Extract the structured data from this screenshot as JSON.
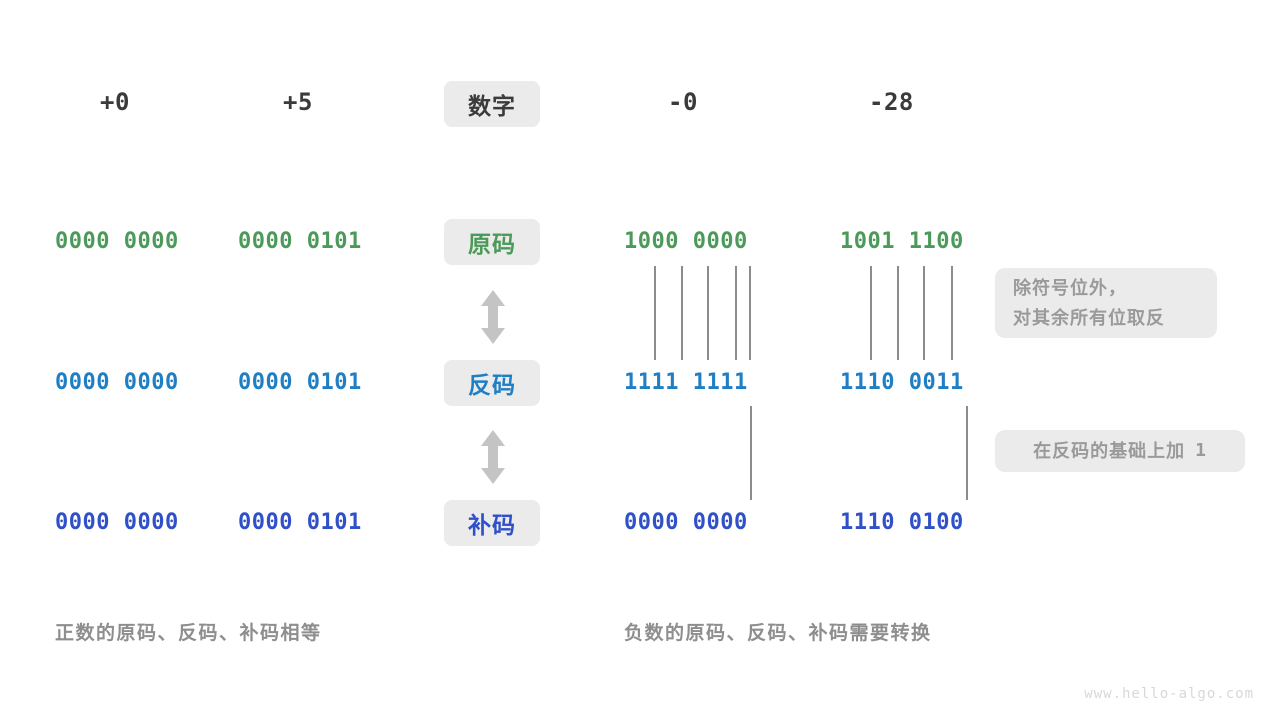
{
  "header": {
    "chip_label": "数字",
    "columns": [
      "+0",
      "+5",
      "-0",
      "-28"
    ]
  },
  "rows": [
    {
      "chip_label": "原码",
      "color": "#4c9a5a",
      "values": [
        "0000 0000",
        "0000 0101",
        "1000 0000",
        "1001 1100"
      ]
    },
    {
      "chip_label": "反码",
      "color": "#1f7ec4",
      "values": [
        "0000 0000",
        "0000 0101",
        "1111 1111",
        "1110 0011"
      ]
    },
    {
      "chip_label": "补码",
      "color": "#2f50c8",
      "values": [
        "0000 0000",
        "0000 0101",
        "0000 0000",
        "1110 0100"
      ]
    }
  ],
  "callouts": {
    "invert": {
      "line1": "除符号位外，",
      "line2": "对其余所有位取反"
    },
    "add_one": {
      "text": "在反码的基础上加",
      "value": "1"
    }
  },
  "captions": {
    "positive": "正数的原码、反码、补码相等",
    "negative": "负数的原码、反码、补码需要转换"
  },
  "watermark": "www.hello-algo.com",
  "colors": {
    "chip_background": "#ebebeb",
    "callout_background": "#ebebeb",
    "connector_line": "#8c8c8c",
    "arrow": "#c4c4c4",
    "caption_text": "#8e8e8e",
    "watermark_text": "#d8d8d8",
    "header_text": "#3b3b3b"
  }
}
